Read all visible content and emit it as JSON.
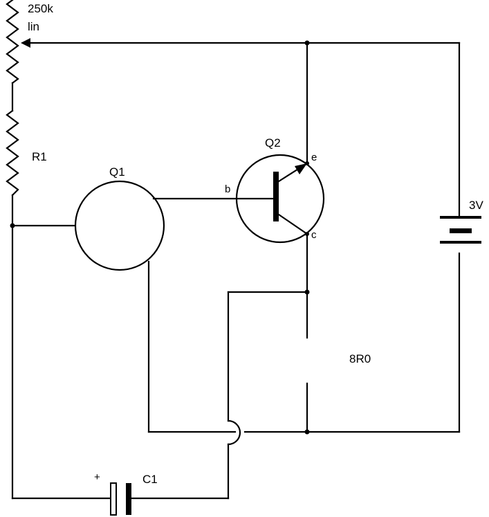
{
  "components": {
    "pot": {
      "value": "250k",
      "taper": "lin"
    },
    "r1": {
      "label": "R1"
    },
    "q1": {
      "label": "Q1"
    },
    "q2": {
      "label": "Q2",
      "base": "b",
      "emitter": "e",
      "collector": "c"
    },
    "battery": {
      "label": "3V"
    },
    "speaker": {
      "label": "8R0"
    },
    "capacitor": {
      "label": "C1",
      "polarity": "+"
    }
  }
}
